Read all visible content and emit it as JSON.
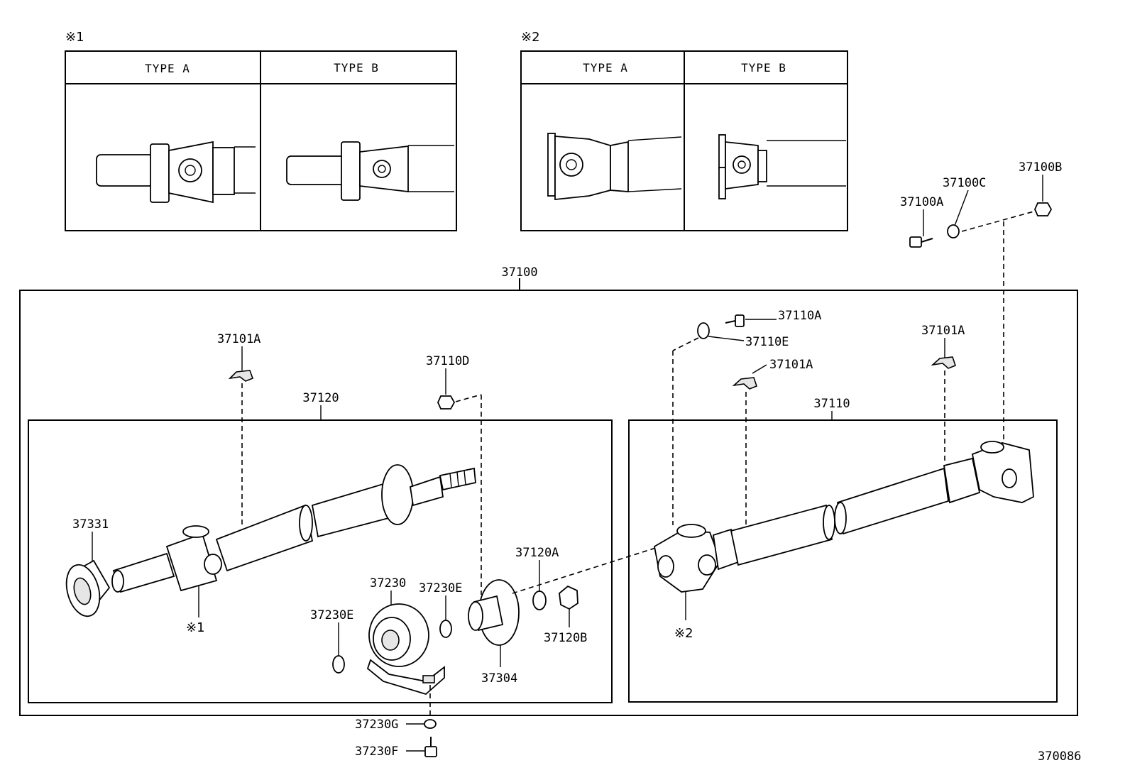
{
  "diagram": {
    "type_tables": [
      {
        "mark": "※1",
        "headers": [
          "TYPE A",
          "TYPE B"
        ]
      },
      {
        "mark": "※2",
        "headers": [
          "TYPE A",
          "TYPE B"
        ]
      }
    ],
    "assembly_label": "37100",
    "front_shaft_label": "37120",
    "rear_shaft_label": "37110",
    "parts": {
      "p37100A": "37100A",
      "p37100B": "37100B",
      "p37100C": "37100C",
      "p37101A_1": "37101A",
      "p37101A_2": "37101A",
      "p37101A_3": "37101A",
      "p37110A": "37110A",
      "p37110D": "37110D",
      "p37110E": "37110E",
      "p37331": "37331",
      "p37230": "37230",
      "p37230E_1": "37230E",
      "p37230E_2": "37230E",
      "p37304": "37304",
      "p37120A": "37120A",
      "p37120B": "37120B",
      "p37230G": "37230G",
      "p37230F": "37230F"
    },
    "ref_marks": {
      "r1": "※1",
      "r2": "※2"
    },
    "figure_number": "370086"
  }
}
